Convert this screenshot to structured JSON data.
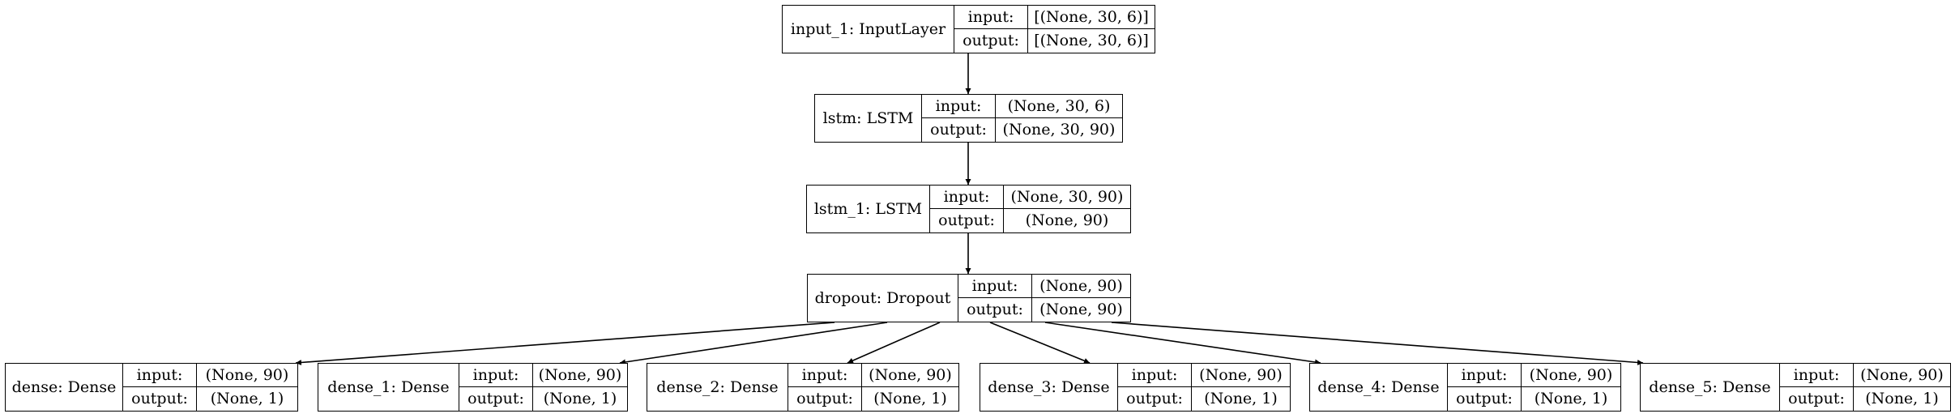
{
  "nodes": [
    {
      "name": "input_1: InputLayer",
      "input_label": "input:",
      "input_value": "[(None, 30, 6)]",
      "output_label": "output:",
      "output_value": "[(None, 30, 6)]"
    },
    {
      "name": "lstm: LSTM",
      "input_label": "input:",
      "input_value": "(None, 30, 6)",
      "output_label": "output:",
      "output_value": "(None, 30, 90)"
    },
    {
      "name": "lstm_1: LSTM",
      "input_label": "input:",
      "input_value": "(None, 30, 90)",
      "output_label": "output:",
      "output_value": "(None, 90)"
    },
    {
      "name": "dropout: Dropout",
      "input_label": "input:",
      "input_value": "(None, 90)",
      "output_label": "output:",
      "output_value": "(None, 90)"
    },
    {
      "name": "dense: Dense",
      "input_label": "input:",
      "input_value": "(None, 90)",
      "output_label": "output:",
      "output_value": "(None, 1)"
    },
    {
      "name": "dense_1: Dense",
      "input_label": "input:",
      "input_value": "(None, 90)",
      "output_label": "output:",
      "output_value": "(None, 1)"
    },
    {
      "name": "dense_2: Dense",
      "input_label": "input:",
      "input_value": "(None, 90)",
      "output_label": "output:",
      "output_value": "(None, 1)"
    },
    {
      "name": "dense_3: Dense",
      "input_label": "input:",
      "input_value": "(None, 90)",
      "output_label": "output:",
      "output_value": "(None, 1)"
    },
    {
      "name": "dense_4: Dense",
      "input_label": "input:",
      "input_value": "(None, 90)",
      "output_label": "output:",
      "output_value": "(None, 1)"
    },
    {
      "name": "dense_5: Dense",
      "input_label": "input:",
      "input_value": "(None, 90)",
      "output_label": "output:",
      "output_value": "(None, 1)"
    }
  ],
  "edges": [
    [
      0,
      1
    ],
    [
      1,
      2
    ],
    [
      2,
      3
    ],
    [
      3,
      4
    ],
    [
      3,
      5
    ],
    [
      3,
      6
    ],
    [
      3,
      7
    ],
    [
      3,
      8
    ],
    [
      3,
      9
    ]
  ],
  "colors": {
    "line": "#000000",
    "background": "#ffffff"
  }
}
